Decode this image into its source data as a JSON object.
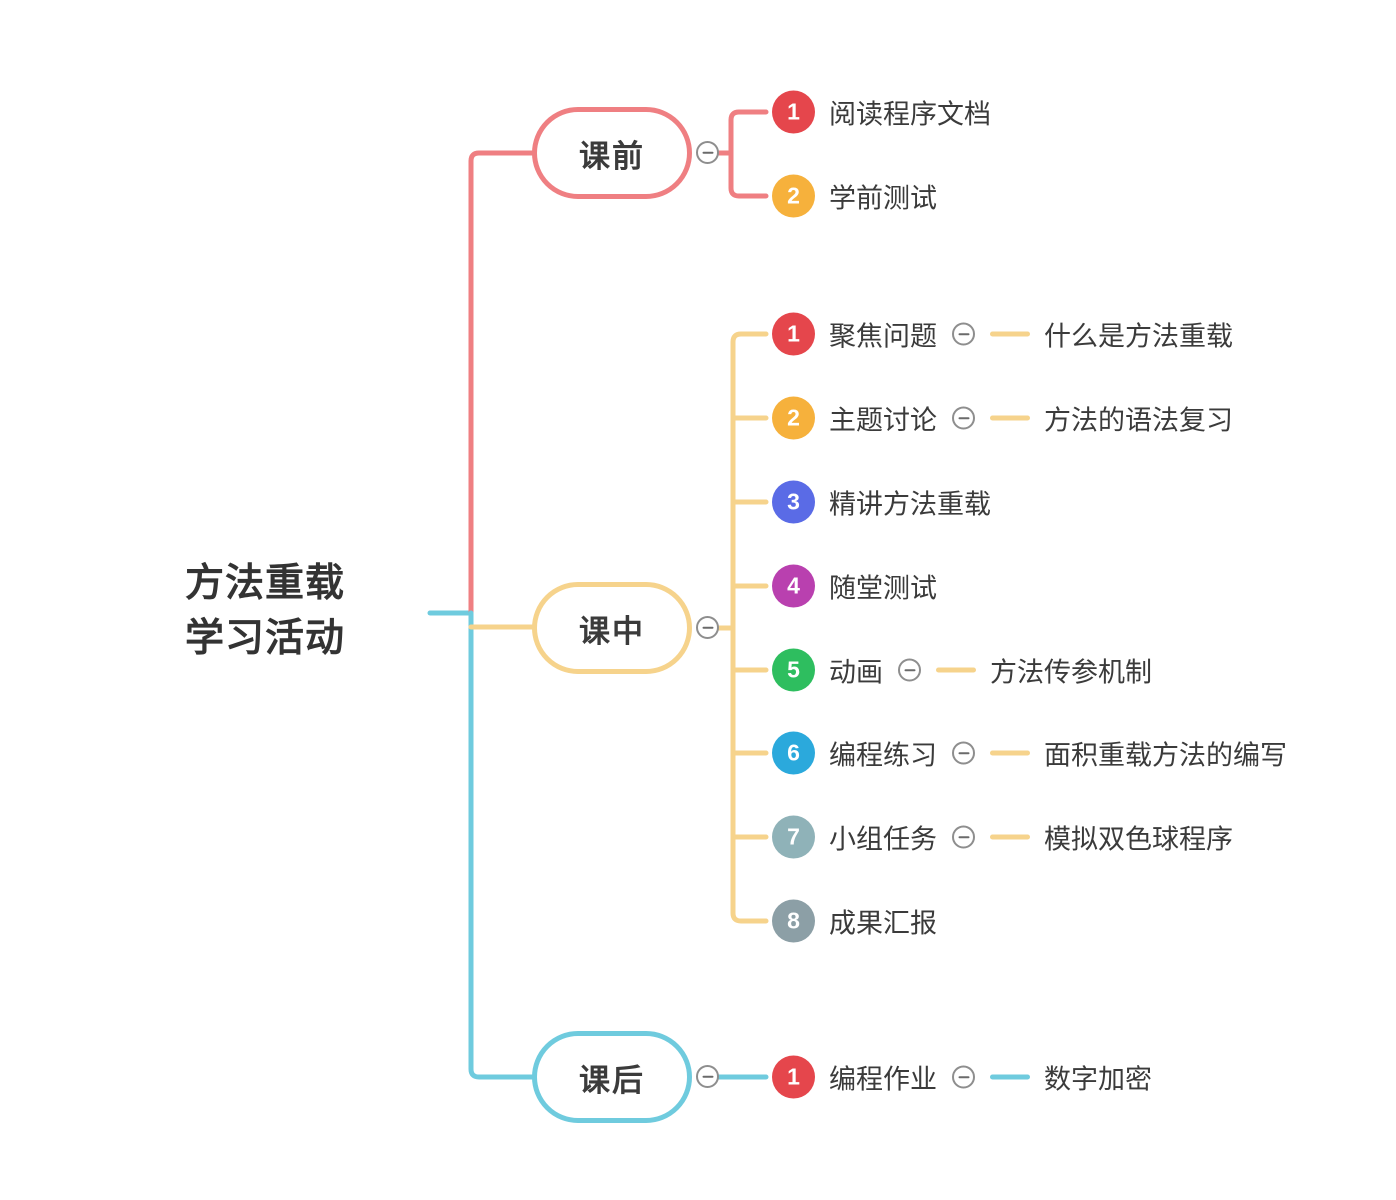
{
  "root": {
    "title_line1": "方法重载",
    "title_line2": "学习活动"
  },
  "icons": {
    "collapse": "minus-circle"
  },
  "palette": {
    "text": "#3b3b3b",
    "root_text": "#333333",
    "collapse_ring": "#8e8e8e",
    "collapse_minus": "#6a6a6a"
  },
  "branches": [
    {
      "id": "before-class",
      "label": "课前",
      "color": "#EF7F82",
      "items": [
        {
          "num": "1",
          "badge_color": "#E5464C",
          "label": "阅读程序文档"
        },
        {
          "num": "2",
          "badge_color": "#F6B13C",
          "label": "学前测试"
        }
      ]
    },
    {
      "id": "in-class",
      "label": "课中",
      "color": "#F6D38C",
      "items": [
        {
          "num": "1",
          "badge_color": "#E5464C",
          "label": "聚焦问题",
          "child": "什么是方法重载"
        },
        {
          "num": "2",
          "badge_color": "#F6B13C",
          "label": "主题讨论",
          "child": "方法的语法复习"
        },
        {
          "num": "3",
          "badge_color": "#5A6BE6",
          "label": "精讲方法重载"
        },
        {
          "num": "4",
          "badge_color": "#B940AF",
          "label": "随堂测试"
        },
        {
          "num": "5",
          "badge_color": "#2EBE5F",
          "label": "动画",
          "child": "方法传参机制"
        },
        {
          "num": "6",
          "badge_color": "#2BA9DC",
          "label": "编程练习",
          "child": "面积重载方法的编写"
        },
        {
          "num": "7",
          "badge_color": "#8FB2B8",
          "label": "小组任务",
          "child": "模拟双色球程序"
        },
        {
          "num": "8",
          "badge_color": "#8C9FA6",
          "label": "成果汇报"
        }
      ]
    },
    {
      "id": "after-class",
      "label": "课后",
      "color": "#6FCBDE",
      "items": [
        {
          "num": "1",
          "badge_color": "#E5464C",
          "label": "编程作业",
          "child": "数字加密"
        }
      ]
    }
  ]
}
